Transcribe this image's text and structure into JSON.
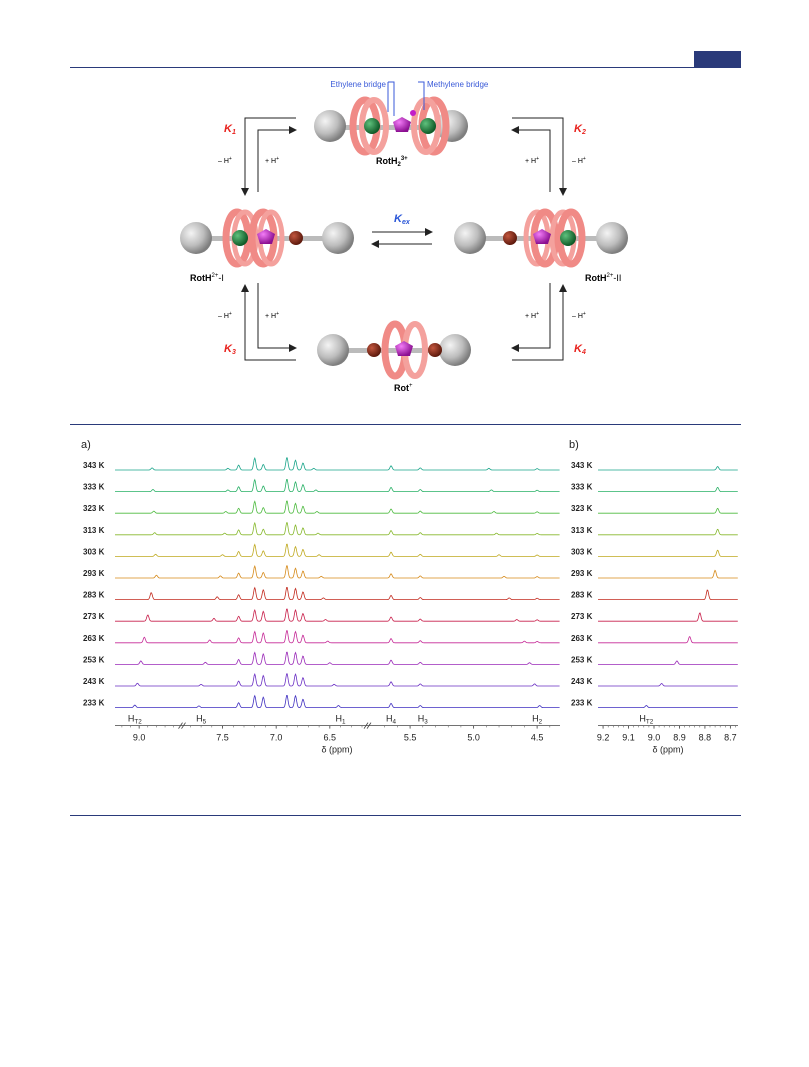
{
  "scheme": {
    "callout_ethylene": "Ethylene bridge",
    "callout_methylene": "Methylene bridge",
    "label_top": "RotH",
    "label_top_sub": "2",
    "label_top_sup": "3+",
    "label_left": "RotH",
    "label_left_sup": "2+",
    "label_left_suffix": "-I",
    "label_right": "RotH",
    "label_right_sup": "2+",
    "label_right_suffix": "-II",
    "label_bottom": "Rot",
    "label_bottom_sup": "+",
    "k1": "K",
    "k1_sub": "1",
    "k2": "K",
    "k2_sub": "2",
    "k3": "K",
    "k3_sub": "3",
    "k4": "K",
    "k4_sub": "4",
    "kex": "K",
    "kex_sub": "ex",
    "minus_h": "– H",
    "plus_h": "+ H",
    "h_sup": "+",
    "colors": {
      "ring": "#f08a86",
      "sphere": "#bdbdbd",
      "green": "#1f7a3a",
      "magenta": "#c21ec8",
      "brown": "#8b2a1a",
      "k_red": "#e8231f",
      "kex_blue": "#2b57d8",
      "callout_blue": "#3a5ad8"
    }
  },
  "chart_data": [
    {
      "panel_label": "a)",
      "type": "line",
      "xlabel": "δ (ppm)",
      "x_ticks": [
        "9.0",
        "7.5",
        "7.0",
        "6.5",
        "5.5",
        "5.0",
        "4.5"
      ],
      "axis_breaks": [
        "8.6–7.7",
        "6.2–5.7"
      ],
      "x_reversed": true,
      "peak_labels": [
        {
          "text": "H",
          "sub": "T2",
          "ppm": 9.05
        },
        {
          "text": "H",
          "sub": "5",
          "ppm": 7.7
        },
        {
          "text": "H",
          "sub": "1",
          "ppm": 6.4
        },
        {
          "text": "H",
          "sub": "4",
          "ppm": 5.65
        },
        {
          "text": "H",
          "sub": "3",
          "ppm": 5.4
        },
        {
          "text": "H",
          "sub": "2",
          "ppm": 4.5
        }
      ],
      "series": [
        {
          "name": "343 K",
          "color": "#1aa58a",
          "peaks": [
            {
              "ppm": 8.85,
              "h": 0.15
            },
            {
              "ppm": 7.45,
              "h": 0.12
            },
            {
              "ppm": 7.35,
              "h": 0.35
            },
            {
              "ppm": 7.2,
              "h": 0.85
            },
            {
              "ppm": 7.12,
              "h": 0.4
            },
            {
              "ppm": 6.9,
              "h": 0.9
            },
            {
              "ppm": 6.82,
              "h": 0.7
            },
            {
              "ppm": 6.75,
              "h": 0.5
            },
            {
              "ppm": 6.65,
              "h": 0.12
            },
            {
              "ppm": 5.65,
              "h": 0.3
            },
            {
              "ppm": 5.42,
              "h": 0.15
            },
            {
              "ppm": 4.88,
              "h": 0.12
            },
            {
              "ppm": 4.5,
              "h": 0.1
            }
          ]
        },
        {
          "name": "333 K",
          "color": "#27b065",
          "peaks": [
            {
              "ppm": 8.84,
              "h": 0.15
            },
            {
              "ppm": 7.45,
              "h": 0.12
            },
            {
              "ppm": 7.35,
              "h": 0.35
            },
            {
              "ppm": 7.2,
              "h": 0.85
            },
            {
              "ppm": 7.12,
              "h": 0.4
            },
            {
              "ppm": 6.9,
              "h": 0.9
            },
            {
              "ppm": 6.82,
              "h": 0.7
            },
            {
              "ppm": 6.75,
              "h": 0.5
            },
            {
              "ppm": 6.63,
              "h": 0.12
            },
            {
              "ppm": 5.65,
              "h": 0.3
            },
            {
              "ppm": 5.42,
              "h": 0.15
            },
            {
              "ppm": 4.86,
              "h": 0.12
            },
            {
              "ppm": 4.5,
              "h": 0.1
            }
          ]
        },
        {
          "name": "323 K",
          "color": "#4cba3e",
          "peaks": [
            {
              "ppm": 8.83,
              "h": 0.15
            },
            {
              "ppm": 7.47,
              "h": 0.12
            },
            {
              "ppm": 7.35,
              "h": 0.35
            },
            {
              "ppm": 7.2,
              "h": 0.85
            },
            {
              "ppm": 7.12,
              "h": 0.4
            },
            {
              "ppm": 6.9,
              "h": 0.9
            },
            {
              "ppm": 6.82,
              "h": 0.7
            },
            {
              "ppm": 6.75,
              "h": 0.5
            },
            {
              "ppm": 6.62,
              "h": 0.12
            },
            {
              "ppm": 5.65,
              "h": 0.3
            },
            {
              "ppm": 5.42,
              "h": 0.15
            },
            {
              "ppm": 4.84,
              "h": 0.12
            },
            {
              "ppm": 4.5,
              "h": 0.1
            }
          ]
        },
        {
          "name": "313 K",
          "color": "#86b82b",
          "peaks": [
            {
              "ppm": 8.82,
              "h": 0.15
            },
            {
              "ppm": 7.48,
              "h": 0.12
            },
            {
              "ppm": 7.35,
              "h": 0.35
            },
            {
              "ppm": 7.2,
              "h": 0.85
            },
            {
              "ppm": 7.12,
              "h": 0.4
            },
            {
              "ppm": 6.9,
              "h": 0.9
            },
            {
              "ppm": 6.82,
              "h": 0.7
            },
            {
              "ppm": 6.75,
              "h": 0.5
            },
            {
              "ppm": 6.61,
              "h": 0.12
            },
            {
              "ppm": 5.65,
              "h": 0.3
            },
            {
              "ppm": 5.42,
              "h": 0.15
            },
            {
              "ppm": 4.82,
              "h": 0.12
            },
            {
              "ppm": 4.5,
              "h": 0.1
            }
          ]
        },
        {
          "name": "303 K",
          "color": "#bfa91f",
          "peaks": [
            {
              "ppm": 8.81,
              "h": 0.15
            },
            {
              "ppm": 7.5,
              "h": 0.12
            },
            {
              "ppm": 7.35,
              "h": 0.35
            },
            {
              "ppm": 7.2,
              "h": 0.85
            },
            {
              "ppm": 7.12,
              "h": 0.4
            },
            {
              "ppm": 6.9,
              "h": 0.9
            },
            {
              "ppm": 6.82,
              "h": 0.7
            },
            {
              "ppm": 6.75,
              "h": 0.5
            },
            {
              "ppm": 6.6,
              "h": 0.12
            },
            {
              "ppm": 5.65,
              "h": 0.3
            },
            {
              "ppm": 5.42,
              "h": 0.15
            },
            {
              "ppm": 4.8,
              "h": 0.12
            },
            {
              "ppm": 4.5,
              "h": 0.1
            }
          ]
        },
        {
          "name": "293 K",
          "color": "#d68a1a",
          "peaks": [
            {
              "ppm": 8.8,
              "h": 0.2
            },
            {
              "ppm": 7.52,
              "h": 0.15
            },
            {
              "ppm": 7.35,
              "h": 0.35
            },
            {
              "ppm": 7.2,
              "h": 0.85
            },
            {
              "ppm": 7.12,
              "h": 0.4
            },
            {
              "ppm": 6.9,
              "h": 0.9
            },
            {
              "ppm": 6.82,
              "h": 0.7
            },
            {
              "ppm": 6.75,
              "h": 0.5
            },
            {
              "ppm": 6.58,
              "h": 0.12
            },
            {
              "ppm": 5.65,
              "h": 0.3
            },
            {
              "ppm": 5.42,
              "h": 0.15
            },
            {
              "ppm": 4.76,
              "h": 0.12
            },
            {
              "ppm": 4.5,
              "h": 0.1
            }
          ]
        },
        {
          "name": "283 K",
          "color": "#c22a1e",
          "peaks": [
            {
              "ppm": 8.86,
              "h": 0.5
            },
            {
              "ppm": 7.55,
              "h": 0.2
            },
            {
              "ppm": 7.35,
              "h": 0.35
            },
            {
              "ppm": 7.2,
              "h": 0.85
            },
            {
              "ppm": 7.12,
              "h": 0.7
            },
            {
              "ppm": 6.9,
              "h": 0.9
            },
            {
              "ppm": 6.82,
              "h": 0.8
            },
            {
              "ppm": 6.75,
              "h": 0.55
            },
            {
              "ppm": 6.56,
              "h": 0.12
            },
            {
              "ppm": 5.65,
              "h": 0.3
            },
            {
              "ppm": 5.42,
              "h": 0.15
            },
            {
              "ppm": 4.72,
              "h": 0.12
            },
            {
              "ppm": 4.5,
              "h": 0.1
            }
          ]
        },
        {
          "name": "273 K",
          "color": "#c81f4a",
          "peaks": [
            {
              "ppm": 8.9,
              "h": 0.45
            },
            {
              "ppm": 7.58,
              "h": 0.2
            },
            {
              "ppm": 7.35,
              "h": 0.35
            },
            {
              "ppm": 7.2,
              "h": 0.8
            },
            {
              "ppm": 7.12,
              "h": 0.7
            },
            {
              "ppm": 6.9,
              "h": 0.9
            },
            {
              "ppm": 6.82,
              "h": 0.8
            },
            {
              "ppm": 6.75,
              "h": 0.55
            },
            {
              "ppm": 6.54,
              "h": 0.12
            },
            {
              "ppm": 5.65,
              "h": 0.3
            },
            {
              "ppm": 5.42,
              "h": 0.15
            },
            {
              "ppm": 4.66,
              "h": 0.12
            },
            {
              "ppm": 4.5,
              "h": 0.1
            }
          ]
        },
        {
          "name": "263 K",
          "color": "#c52896",
          "peaks": [
            {
              "ppm": 8.94,
              "h": 0.4
            },
            {
              "ppm": 7.62,
              "h": 0.2
            },
            {
              "ppm": 7.35,
              "h": 0.35
            },
            {
              "ppm": 7.2,
              "h": 0.8
            },
            {
              "ppm": 7.12,
              "h": 0.7
            },
            {
              "ppm": 6.9,
              "h": 0.9
            },
            {
              "ppm": 6.82,
              "h": 0.8
            },
            {
              "ppm": 6.75,
              "h": 0.55
            },
            {
              "ppm": 6.52,
              "h": 0.12
            },
            {
              "ppm": 5.65,
              "h": 0.3
            },
            {
              "ppm": 5.42,
              "h": 0.15
            },
            {
              "ppm": 4.6,
              "h": 0.12
            },
            {
              "ppm": 4.5,
              "h": 0.1
            }
          ]
        },
        {
          "name": "253 K",
          "color": "#9a29b8",
          "peaks": [
            {
              "ppm": 8.98,
              "h": 0.25
            },
            {
              "ppm": 7.66,
              "h": 0.15
            },
            {
              "ppm": 7.35,
              "h": 0.35
            },
            {
              "ppm": 7.2,
              "h": 0.85
            },
            {
              "ppm": 7.12,
              "h": 0.75
            },
            {
              "ppm": 6.9,
              "h": 0.9
            },
            {
              "ppm": 6.82,
              "h": 0.85
            },
            {
              "ppm": 6.75,
              "h": 0.6
            },
            {
              "ppm": 6.5,
              "h": 0.12
            },
            {
              "ppm": 5.65,
              "h": 0.3
            },
            {
              "ppm": 5.42,
              "h": 0.15
            },
            {
              "ppm": 4.56,
              "h": 0.12
            }
          ]
        },
        {
          "name": "243 K",
          "color": "#6a2fc4",
          "peaks": [
            {
              "ppm": 9.02,
              "h": 0.2
            },
            {
              "ppm": 7.7,
              "h": 0.12
            },
            {
              "ppm": 7.35,
              "h": 0.35
            },
            {
              "ppm": 7.2,
              "h": 0.85
            },
            {
              "ppm": 7.12,
              "h": 0.75
            },
            {
              "ppm": 6.9,
              "h": 0.9
            },
            {
              "ppm": 6.82,
              "h": 0.85
            },
            {
              "ppm": 6.75,
              "h": 0.6
            },
            {
              "ppm": 6.46,
              "h": 0.12
            },
            {
              "ppm": 5.65,
              "h": 0.3
            },
            {
              "ppm": 5.42,
              "h": 0.15
            },
            {
              "ppm": 4.52,
              "h": 0.15
            }
          ]
        },
        {
          "name": "233 K",
          "color": "#3f2fc0",
          "peaks": [
            {
              "ppm": 9.05,
              "h": 0.18
            },
            {
              "ppm": 7.72,
              "h": 0.12
            },
            {
              "ppm": 7.35,
              "h": 0.35
            },
            {
              "ppm": 7.2,
              "h": 0.85
            },
            {
              "ppm": 7.12,
              "h": 0.75
            },
            {
              "ppm": 6.9,
              "h": 0.9
            },
            {
              "ppm": 6.82,
              "h": 0.85
            },
            {
              "ppm": 6.75,
              "h": 0.6
            },
            {
              "ppm": 6.42,
              "h": 0.15
            },
            {
              "ppm": 5.65,
              "h": 0.3
            },
            {
              "ppm": 5.42,
              "h": 0.15
            },
            {
              "ppm": 4.48,
              "h": 0.15
            }
          ]
        }
      ]
    },
    {
      "panel_label": "b)",
      "type": "line",
      "xlabel": "δ (ppm)",
      "xlim": [
        9.22,
        8.67
      ],
      "x_ticks": [
        "9.2",
        "9.1",
        "9.0",
        "8.9",
        "8.8",
        "8.7"
      ],
      "x_reversed": true,
      "peak_labels": [
        {
          "text": "H",
          "sub": "T2",
          "ppm": 9.03
        }
      ],
      "series": [
        {
          "name": "343 K",
          "color": "#1aa58a",
          "peaks": [
            {
              "ppm": 8.75,
              "h": 0.25
            }
          ]
        },
        {
          "name": "333 K",
          "color": "#27b065",
          "peaks": [
            {
              "ppm": 8.75,
              "h": 0.3
            }
          ]
        },
        {
          "name": "323 K",
          "color": "#4cba3e",
          "peaks": [
            {
              "ppm": 8.75,
              "h": 0.35
            }
          ]
        },
        {
          "name": "313 K",
          "color": "#86b82b",
          "peaks": [
            {
              "ppm": 8.75,
              "h": 0.4
            }
          ]
        },
        {
          "name": "303 K",
          "color": "#bfa91f",
          "peaks": [
            {
              "ppm": 8.75,
              "h": 0.45
            }
          ]
        },
        {
          "name": "293 K",
          "color": "#d68a1a",
          "peaks": [
            {
              "ppm": 8.76,
              "h": 0.55
            }
          ]
        },
        {
          "name": "283 K",
          "color": "#c22a1e",
          "peaks": [
            {
              "ppm": 8.79,
              "h": 0.7
            }
          ]
        },
        {
          "name": "273 K",
          "color": "#c81f4a",
          "peaks": [
            {
              "ppm": 8.82,
              "h": 0.6
            }
          ]
        },
        {
          "name": "263 K",
          "color": "#c52896",
          "peaks": [
            {
              "ppm": 8.86,
              "h": 0.45
            }
          ]
        },
        {
          "name": "253 K",
          "color": "#9a29b8",
          "peaks": [
            {
              "ppm": 8.91,
              "h": 0.25
            }
          ]
        },
        {
          "name": "243 K",
          "color": "#6a2fc4",
          "peaks": [
            {
              "ppm": 8.97,
              "h": 0.18
            }
          ]
        },
        {
          "name": "233 K",
          "color": "#3f2fc0",
          "peaks": [
            {
              "ppm": 9.03,
              "h": 0.15
            }
          ]
        }
      ]
    }
  ]
}
